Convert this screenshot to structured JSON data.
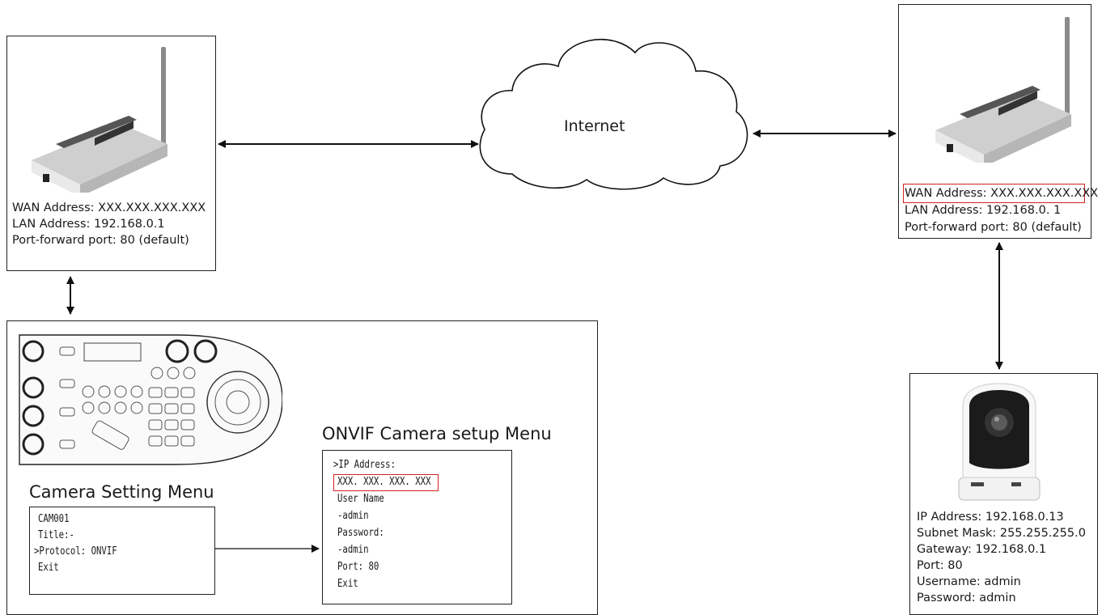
{
  "cloud": {
    "label": "Internet"
  },
  "left_router": {
    "lines": [
      "WAN Address: XXX.XXX.XXX.XXX",
      "LAN Address: 192.168.0.1",
      "Port-forward port: 80 (default)"
    ]
  },
  "right_router": {
    "lines": [
      "WAN Address: XXX.XXX.XXX.XXX",
      "LAN Address: 192.168.0. 1",
      "Port-forward port: 80 (default)"
    ],
    "highlighted_line": "WAN Address: XXX.XXX.XXX.XXX"
  },
  "camera": {
    "lines": [
      "IP Address: 192.168.0.13",
      "Subnet Mask: 255.255.255.0",
      "Gateway: 192.168.0.1",
      "Port: 80",
      "Username: admin",
      "Password: admin"
    ]
  },
  "camera_setting_menu": {
    "title": "Camera Setting Menu",
    "lines": [
      "CAM001",
      "Title:-",
      ">Protocol: ONVIF",
      "Exit"
    ]
  },
  "onvif_menu": {
    "title": "ONVIF Camera setup Menu",
    "lines": [
      ">IP Address:",
      "XXX. XXX. XXX. XXX",
      "User Name",
      "-admin",
      "Password:",
      "-admin",
      "Port: 80",
      "Exit"
    ],
    "highlighted_line": "XXX. XXX. XXX. XXX"
  },
  "colors": {
    "highlight": "#d42020",
    "line": "#111111"
  },
  "icons": [
    "wifi-router-icon",
    "ptz-camera-icon",
    "ptz-keyboard-controller-icon",
    "cloud-icon"
  ]
}
